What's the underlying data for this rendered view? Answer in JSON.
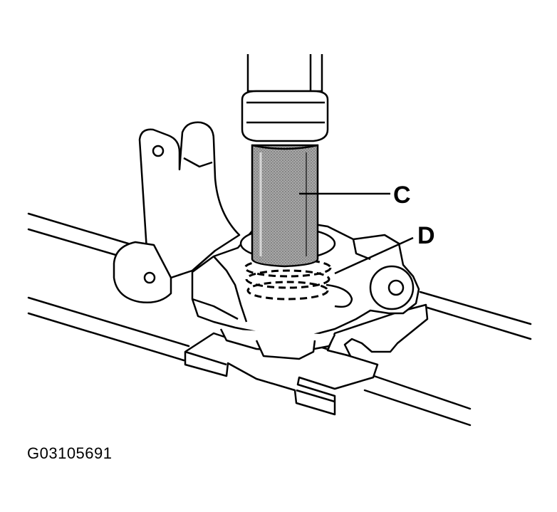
{
  "callouts": {
    "c": "C",
    "d": "D"
  },
  "figure_id": "G03105691",
  "colors": {
    "line": "#000000",
    "background": "#ffffff",
    "tool_shade": "#8c8c8c"
  }
}
